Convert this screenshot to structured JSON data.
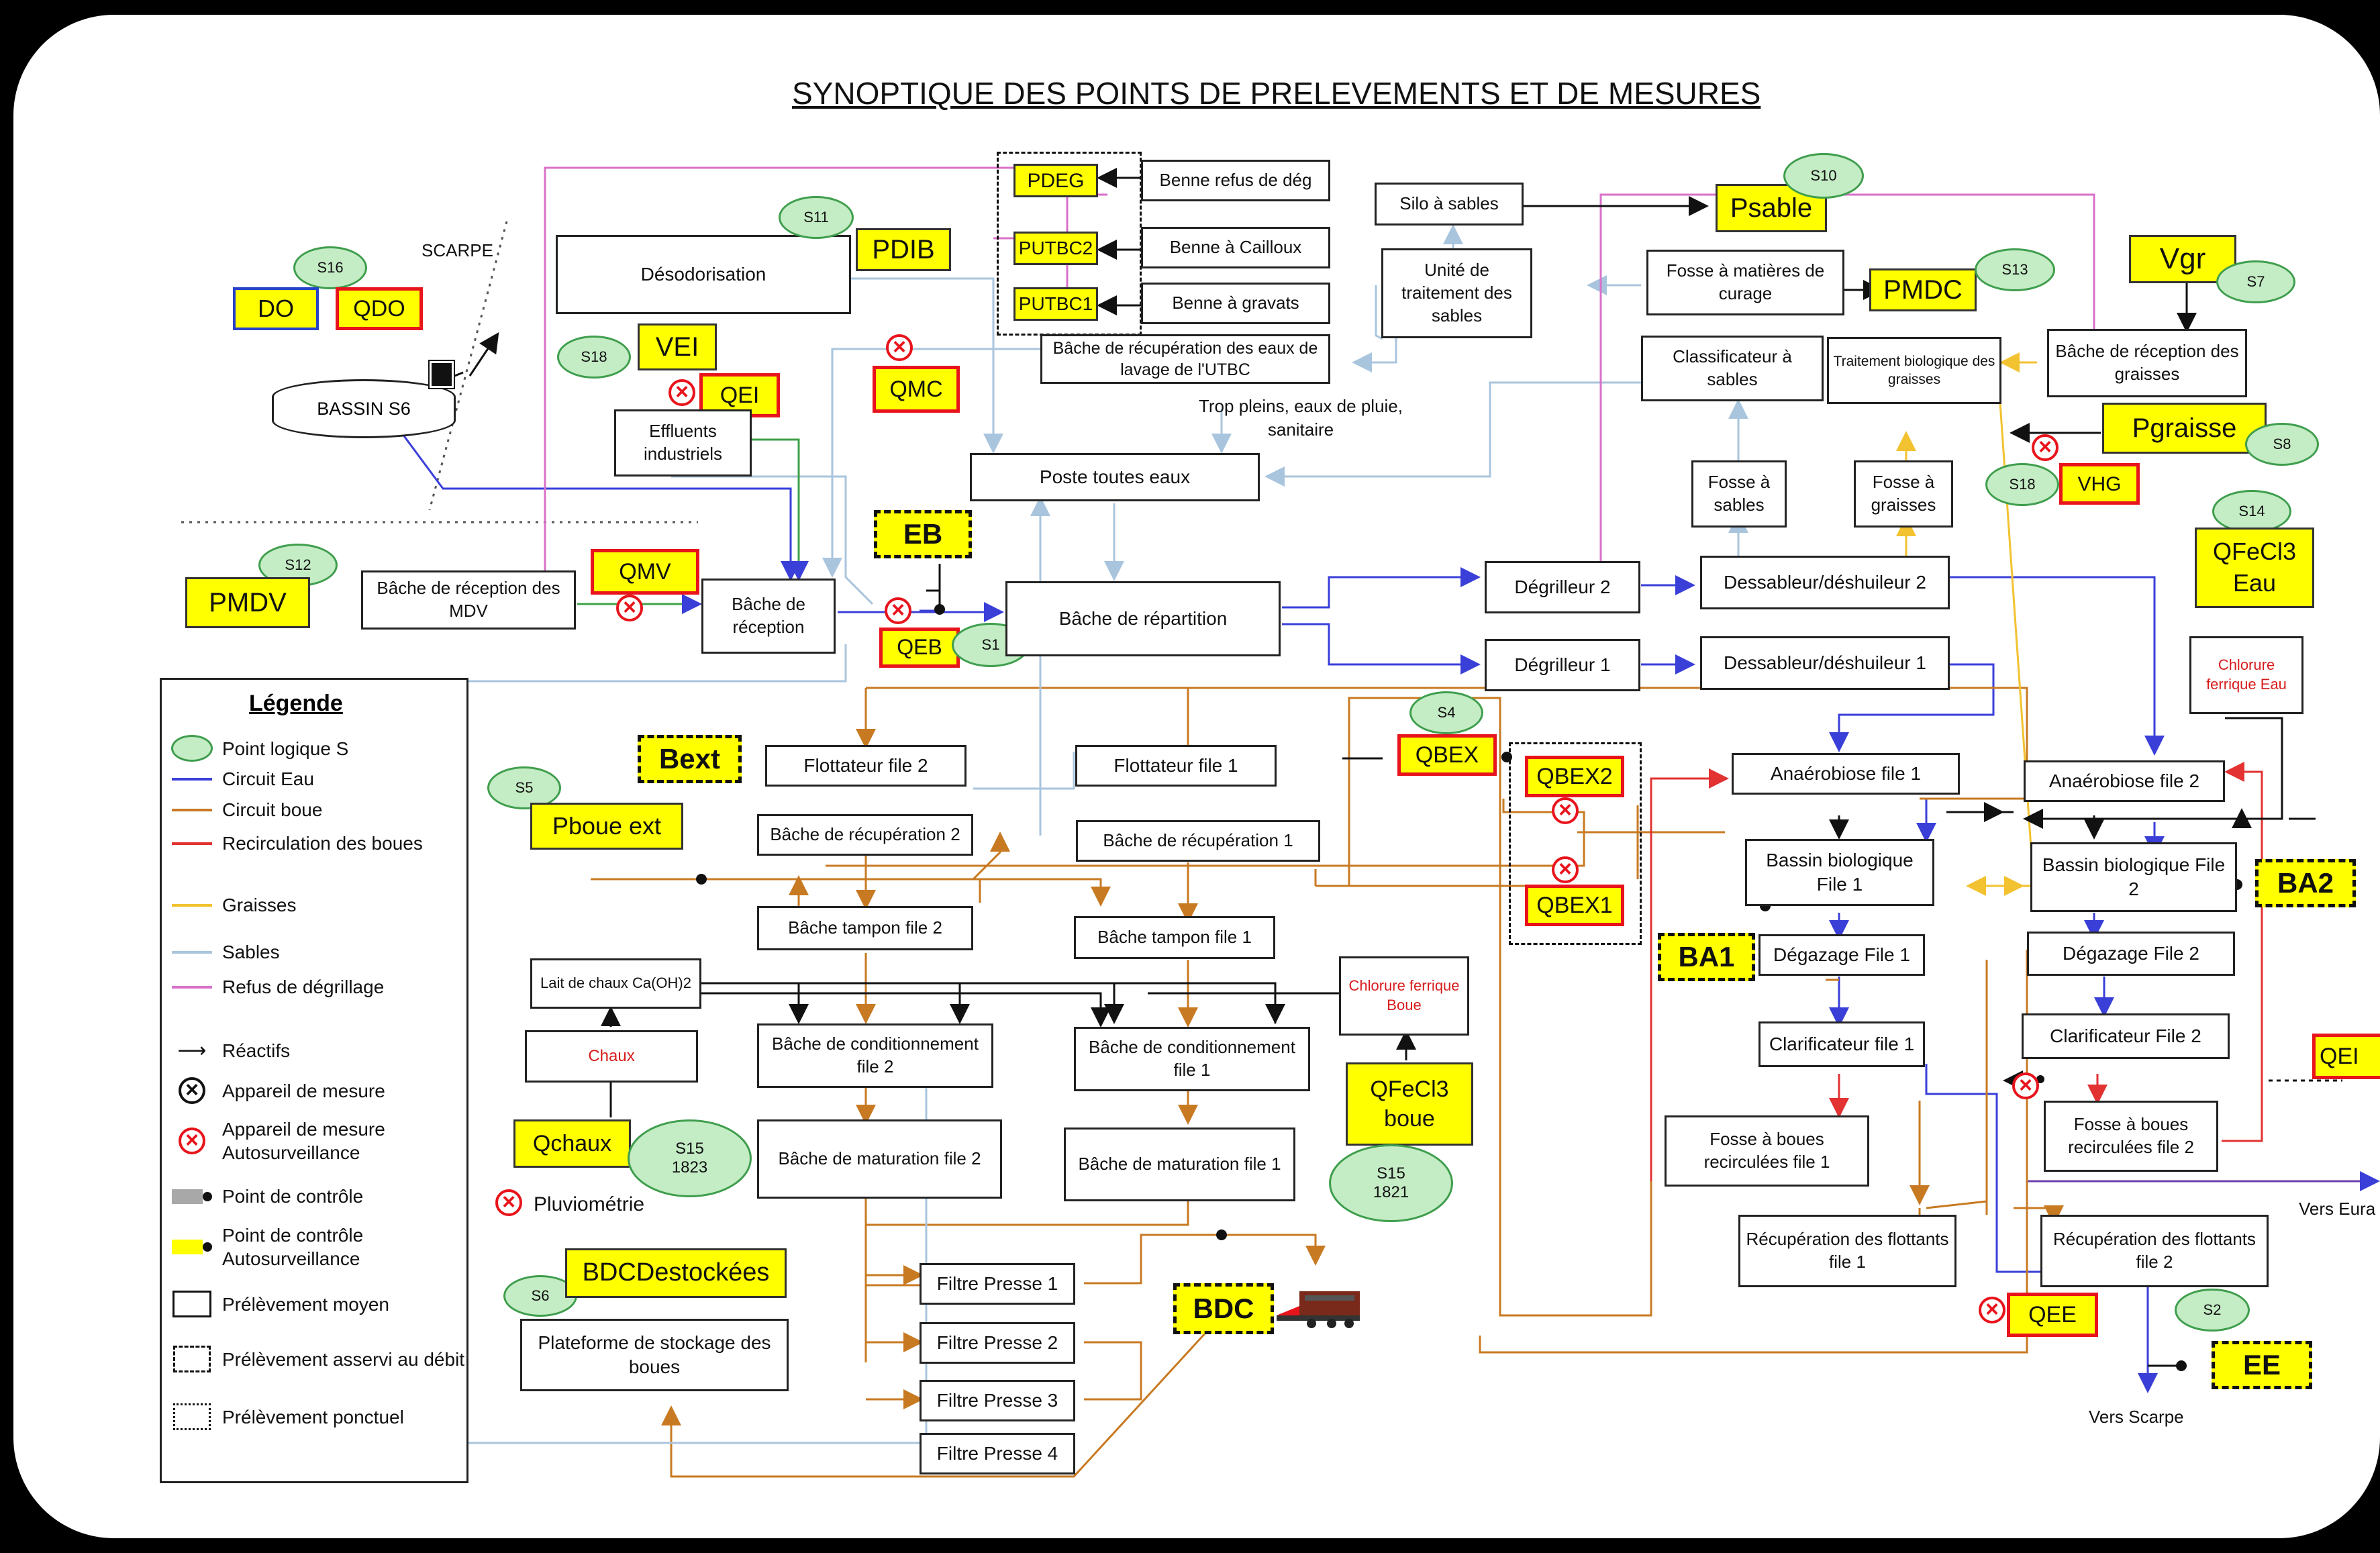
{
  "title": "SYNOPTIQUE DES POINTS DE PRELEVEMENTS ET DE MESURES",
  "legend": {
    "heading": "Légende",
    "items": [
      {
        "label": "Point logique S"
      },
      {
        "label": "Circuit Eau",
        "color": "#3a3fd8"
      },
      {
        "label": "Circuit boue",
        "color": "#c87a22"
      },
      {
        "label": "Recirculation des boues",
        "color": "#e23232"
      },
      {
        "label": "Graisses",
        "color": "#f2c230"
      },
      {
        "label": "Sables",
        "color": "#a9c5de"
      },
      {
        "label": "Refus de dégrillage",
        "color": "#d970c9"
      },
      {
        "label": "Réactifs",
        "color": "#111111"
      },
      {
        "label": "Appareil de mesure"
      },
      {
        "label": "Appareil de mesure Autosurveillance"
      },
      {
        "label": "Point de contrôle"
      },
      {
        "label": "Point de contrôle Autosurveillance"
      },
      {
        "label": "Prélèvement moyen"
      },
      {
        "label": "Prélèvement asservi au débit"
      },
      {
        "label": "Prélèvement ponctuel"
      }
    ],
    "pluvio": "Pluviométrie"
  },
  "process": {
    "desodo": "Désodorisation",
    "bassin_s6": "BASSIN S6",
    "scarpe": "SCARPE",
    "effluents": "Effluents industriels",
    "bache_mdv": "Bâche de réception des MDV",
    "bache_reception": "Bâche de réception",
    "poste_toutes_eaux": "Poste toutes eaux",
    "trop_pleins": "Trop pleins, eaux de pluie, sanitaire",
    "bache_utbc": "Bâche de récupération des eaux de lavage de l'UTBC",
    "benne_refus": "Benne refus de dég",
    "benne_cailloux": "Benne à Cailloux",
    "benne_gravats": "Benne à gravats",
    "silo": "Silo à sables",
    "unite_sables": "Unité de traitement des sables",
    "fosse_curage": "Fosse à matières de curage",
    "classificateur": "Classificateur à sables",
    "trait_bio_graisses": "Traitement biologique des graisses",
    "bache_graisses": "Bâche de réception des graisses",
    "fosse_sables": "Fosse à sables",
    "fosse_graisses": "Fosse à graisses",
    "bache_repartition": "Bâche de répartition",
    "degrilleur2": "Dégrilleur 2",
    "degrilleur1": "Dégrilleur 1",
    "dessab2": "Dessableur/déshuileur 2",
    "dessab1": "Dessableur/déshuileur 1",
    "chlorure_eau": "Chlorure ferrique Eau",
    "flott2": "Flottateur file 2",
    "flott1": "Flottateur file 1",
    "recup2": "Bâche de récupération 2",
    "recup1": "Bâche de récupération 1",
    "tampon2": "Bâche tampon file 2",
    "tampon1": "Bâche tampon file 1",
    "lait_chaux": "Lait de chaux Ca(OH)2",
    "chaux": "Chaux",
    "chlorure_boue": "Chlorure ferrique Boue",
    "cond2": "Bâche de conditionnement file 2",
    "cond1": "Bâche de conditionnement file 1",
    "mat2": "Bâche de maturation file 2",
    "mat1": "Bâche de maturation file 1",
    "fp1": "Filtre Presse 1",
    "fp2": "Filtre Presse 2",
    "fp3": "Filtre Presse 3",
    "fp4": "Filtre Presse 4",
    "plateforme": "Plateforme de stockage des boues",
    "anaerobie1": "Anaérobiose file 1",
    "anaerobie2": "Anaérobiose file 2",
    "bassin_bio1": "Bassin biologique File 1",
    "bassin_bio2": "Bassin biologique File 2",
    "degazage1": "Dégazage File 1",
    "degazage2": "Dégazage File 2",
    "clarif1": "Clarificateur file 1",
    "clarif2": "Clarificateur File 2",
    "fosse_recirc1": "Fosse à boues recirculées file 1",
    "fosse_recirc2": "Fosse à boues recirculées file 2",
    "recup_flott1": "Récupération des flottants file 1",
    "recup_flott2": "Récupération des flottants file 2",
    "vers_scarpe": "Vers Scarpe",
    "vers_eura": "Vers Eura"
  },
  "points": {
    "do": "DO",
    "qdo": "QDO",
    "pdib": "PDIB",
    "pdeg": "PDEG",
    "putbc2": "PUTBC2",
    "putbc1": "PUTBC1",
    "psable": "Psable",
    "pmdc": "PMDC",
    "vgr": "Vgr",
    "pgraisse": "Pgraisse",
    "vei": "VEI",
    "qei": "QEI",
    "qmc": "QMC",
    "eb": "EB",
    "qeb": "QEB",
    "qmv": "QMV",
    "pmdv": "PMDV",
    "vhg": "VHG",
    "qfecl3_eau": "QFeCl3 Eau",
    "qbex": "QBEX",
    "qbex2": "QBEX2",
    "qbex1": "QBEX1",
    "bext": "Bext",
    "pboue_ext": "Pboue ext",
    "ba1": "BA1",
    "ba2": "BA2",
    "qchaux": "Qchaux",
    "qfecl3_boue": "QFeCl3 boue",
    "bdc": "BDC",
    "bdc_dest": "BDCDestockées",
    "qee": "QEE",
    "ee": "EE",
    "qei_right": "QEI"
  },
  "sp": {
    "s1": "S1",
    "s2": "S2",
    "s4": "S4",
    "s5": "S5",
    "s6": "S6",
    "s7": "S7",
    "s8": "S8",
    "s10": "S10",
    "s11": "S11",
    "s12": "S12",
    "s13": "S13",
    "s14": "S14",
    "s15a_1": "S15",
    "s15a_2": "1823",
    "s15b_1": "S15",
    "s15b_2": "1821",
    "s16": "S16",
    "s18a": "S18",
    "s18b": "S18"
  }
}
